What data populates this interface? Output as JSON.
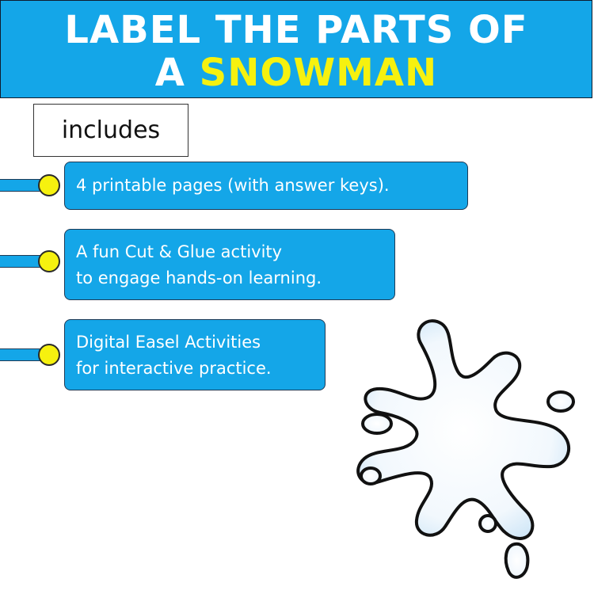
{
  "banner": {
    "line1": "LABEL THE PARTS OF",
    "line2_prefix": "A ",
    "line2_highlight": "SNOWMAN"
  },
  "includes_label": "includes",
  "items": [
    {
      "line1": "4 printable pages (with answer keys).",
      "line2": ""
    },
    {
      "line1": "A fun Cut & Glue activity",
      "line2": "to engage hands-on learning."
    },
    {
      "line1": "Digital Easel Activities",
      "line2": "for interactive practice."
    }
  ],
  "colors": {
    "banner_blue": "#14a6e8",
    "highlight_yellow": "#f6f10f",
    "snow_fill": "#dceefa"
  },
  "icons": {
    "splat": "snow-splat-icon"
  }
}
